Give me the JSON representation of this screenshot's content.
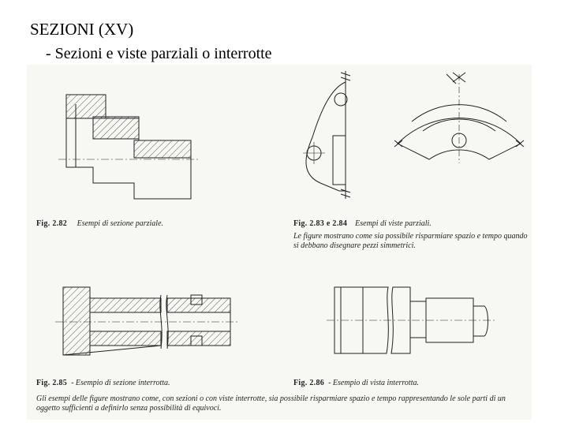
{
  "slide": {
    "title": "SEZIONI (XV)",
    "subtitle": "- Sezioni e viste parziali o interrotte"
  },
  "figures": {
    "fig282": {
      "label": "Fig. 2.82",
      "caption": "Esempi di sezione parziale."
    },
    "fig283": {
      "label": "Fig. 2.83 e 2.84",
      "caption": "Esempi di viste parziali.",
      "text": "Le figure mostrano come sia possibile risparmiare spazio e tempo quando si debbano disegnare pezzi simmetrici."
    },
    "fig285": {
      "label": "Fig. 2.85",
      "caption": "- Esempio di sezione interrotta."
    },
    "fig286": {
      "label": "Fig. 2.86",
      "caption": "- Esempio di vista interrotta."
    },
    "bottom_text": "Gli esempi delle figure mostrano come, con sezioni o con viste interrotte, sia possibile risparmiare spazio e tempo rappresentando le sole parti di un oggetto sufficienti a definirlo senza possibilità di equivoci."
  }
}
